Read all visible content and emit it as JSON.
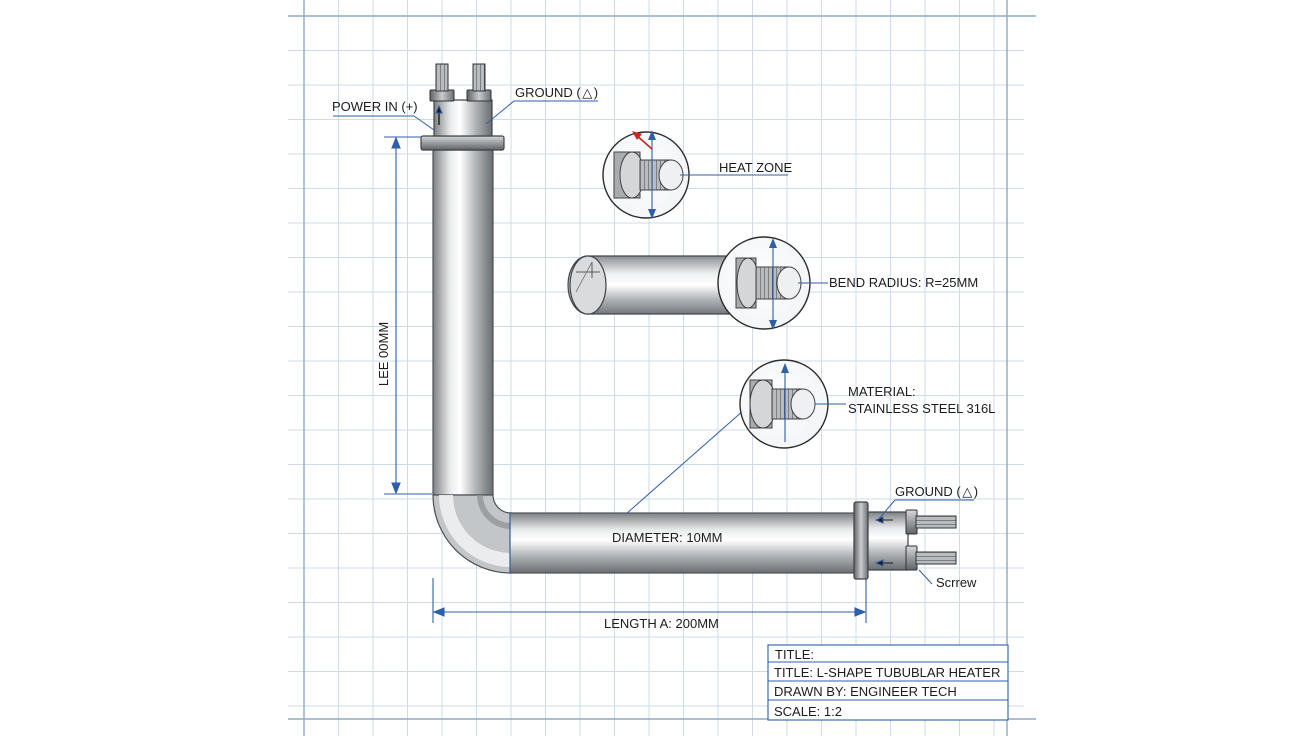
{
  "labels": {
    "power_in": "POWER IN (+)",
    "ground_top": "GROUND (",
    "ground_top_close": ")",
    "heat_zone": "HEAT ZONE",
    "bend_radius": "BEND RADIUS: R=25MM",
    "material_line1": "MATERIAL:",
    "material_line2": "STAINLESS STEEL 316L",
    "ground_right": "GROUND (",
    "ground_right_close": ")",
    "screw": "Scrrew",
    "diameter": "DIAMETER: 10MM",
    "length_a": "LENGTH A: 200MM",
    "vertical_dim": "LEE 00MM"
  },
  "title_block": {
    "row1": "TITLE:",
    "row2": "TITLE: L-SHAPE TUBUBLAR HEATER",
    "row3": "DRAWN BY: ENGINEER TECH",
    "row4": "SCALE: 1:2"
  },
  "icons": {
    "ground": "ground-symbol-icon",
    "arrow": "arrow-icon"
  },
  "colors": {
    "grid": "#c9d9ea",
    "dimension": "#2f5fa8",
    "steel_dark": "#6f7377",
    "steel_light": "#f2f3f4",
    "red_arrow": "#c8261f"
  }
}
